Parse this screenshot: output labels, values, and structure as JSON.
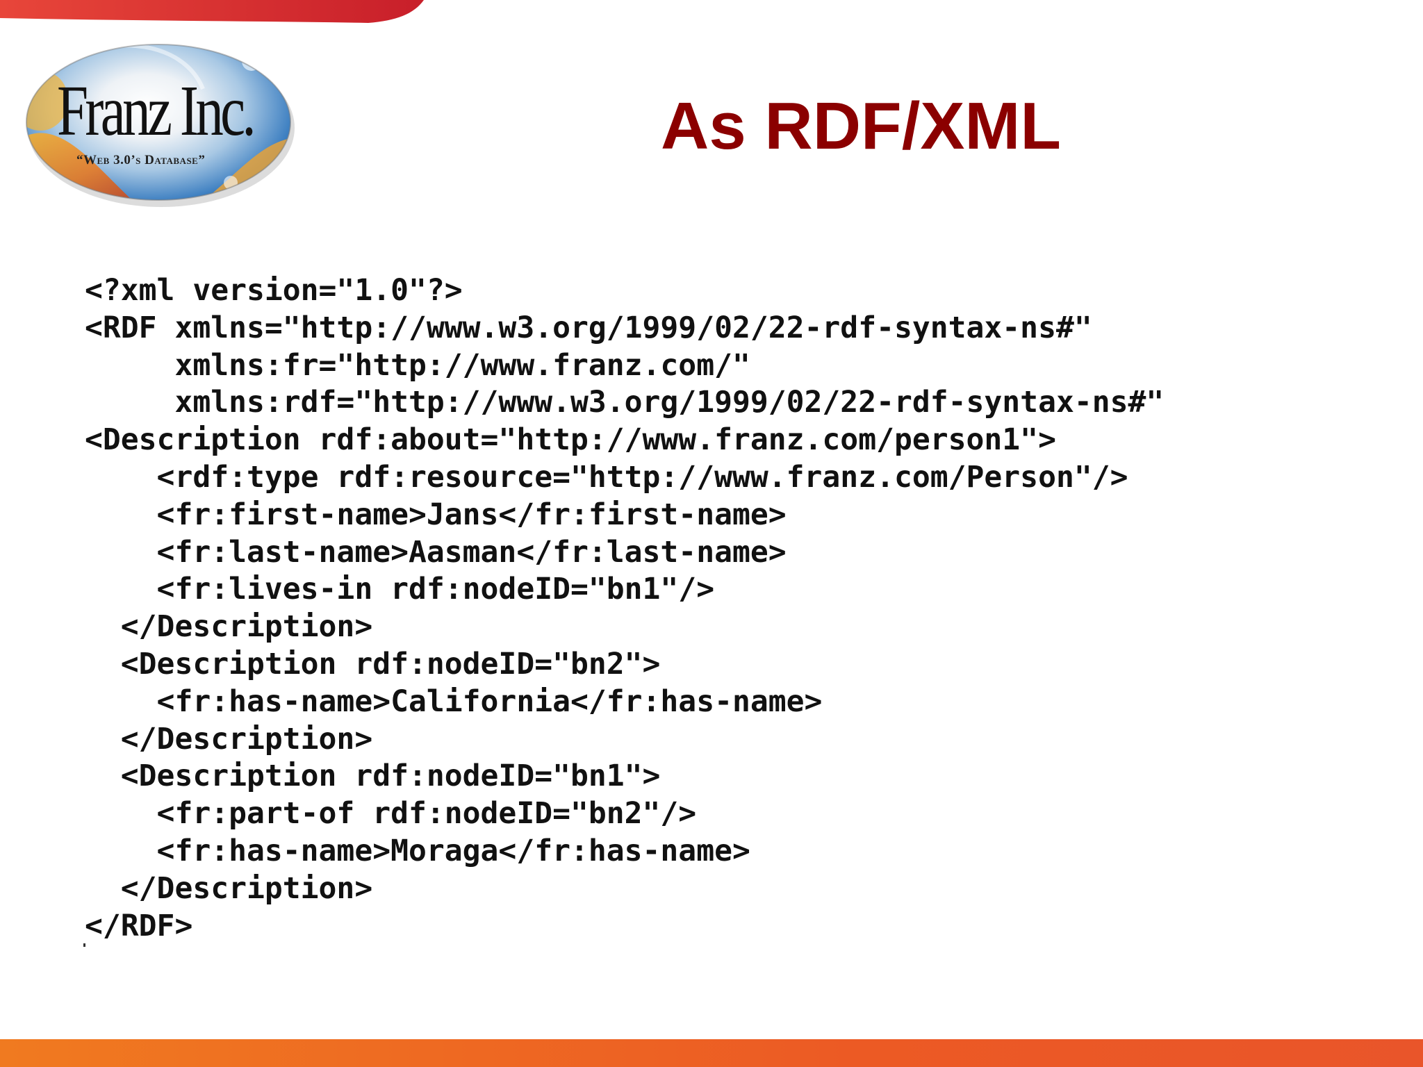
{
  "slide": {
    "title": "As RDF/XML"
  },
  "logo": {
    "name": "Franz Inc.",
    "tagline": "“Web 3.0’s Database”"
  },
  "code": {
    "lines": [
      "<?xml version=\"1.0\"?>",
      "<RDF xmlns=\"http://www.w3.org/1999/02/22-rdf-syntax-ns#\"",
      "     xmlns:fr=\"http://www.franz.com/\"",
      "     xmlns:rdf=\"http://www.w3.org/1999/02/22-rdf-syntax-ns#\"",
      "<Description rdf:about=\"http://www.franz.com/person1\">",
      "    <rdf:type rdf:resource=\"http://www.franz.com/Person\"/>",
      "    <fr:first-name>Jans</fr:first-name>",
      "    <fr:last-name>Aasman</fr:last-name>",
      "    <fr:lives-in rdf:nodeID=\"bn1\"/>",
      "  </Description>",
      "  <Description rdf:nodeID=\"bn2\">",
      "    <fr:has-name>California</fr:has-name>",
      "  </Description>",
      "  <Description rdf:nodeID=\"bn1\">",
      "    <fr:part-of rdf:nodeID=\"bn2\"/>",
      "    <fr:has-name>Moraga</fr:has-name>",
      "  </Description>",
      "</RDF>"
    ]
  },
  "colors": {
    "title": "#8b0000",
    "top_swoosh": "#d9262b",
    "bottom_bar_start": "#f07a20",
    "bottom_bar_end": "#e9552a"
  }
}
